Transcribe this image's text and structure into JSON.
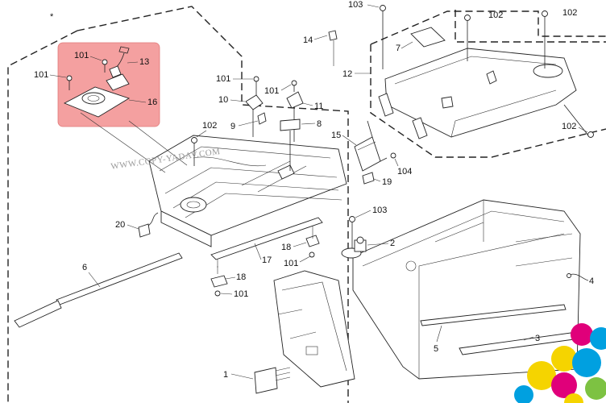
{
  "diagram": {
    "asterisk": "*",
    "watermark": "WWW.COPY-YADAV.COM",
    "highlight_color": "#f4a0a0",
    "callouts": {
      "c103_top": "103",
      "c102_a": "102",
      "c102_b": "102",
      "c14": "14",
      "c7": "7",
      "c12": "12",
      "c101_hl_a": "101",
      "c13": "13",
      "c101_hl_b": "101",
      "c16": "16",
      "c101_c": "101",
      "c101_d": "101",
      "c10": "10",
      "c11": "11",
      "c9": "9",
      "c8": "8",
      "c102_c": "102",
      "c102_d": "102",
      "c15": "15",
      "c104": "104",
      "c19": "19",
      "c20": "20",
      "c103_mid": "103",
      "c2": "2",
      "c18_a": "18",
      "c101_e": "101",
      "c17": "17",
      "c6": "6",
      "c18_b": "18",
      "c101_f": "101",
      "c4": "4",
      "c5": "5",
      "c3": "3",
      "c1": "1"
    }
  }
}
